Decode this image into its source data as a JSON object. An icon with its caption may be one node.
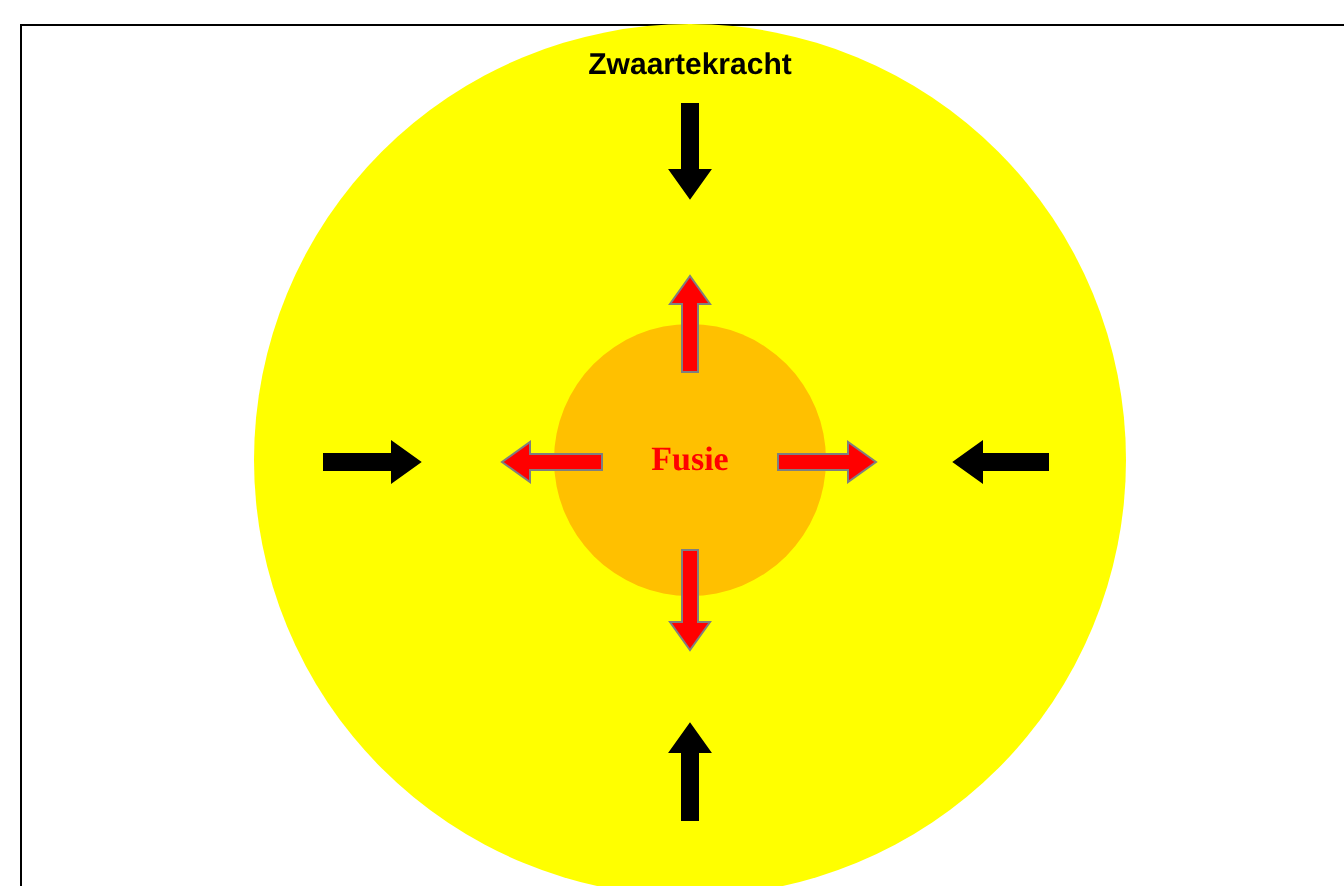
{
  "diagram": {
    "nodes": [
      {
        "text": [],
        "shape": "circle"
      },
      {
        "text": [
          "Fusie"
        ],
        "in": 0
      }
    ],
    "labels": [
      "Zwaartekracht"
    ]
  }
}
